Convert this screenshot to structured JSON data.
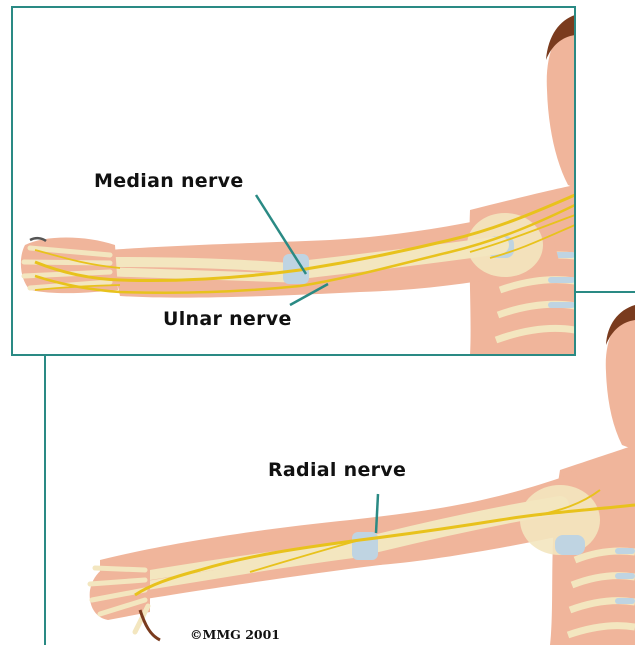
{
  "labels": {
    "median": "Median nerve",
    "ulnar": "Ulnar nerve",
    "radial": "Radial nerve"
  },
  "copyright": "©MMG 2001",
  "colors": {
    "frame": "#2a8a84",
    "skin": "#f0b59b",
    "skin_shade": "#dc9478",
    "bone": "#f3e6bf",
    "nerve": "#e8c21c",
    "cartilage": "#bfd4e2",
    "hair": "#7a3b1e"
  }
}
